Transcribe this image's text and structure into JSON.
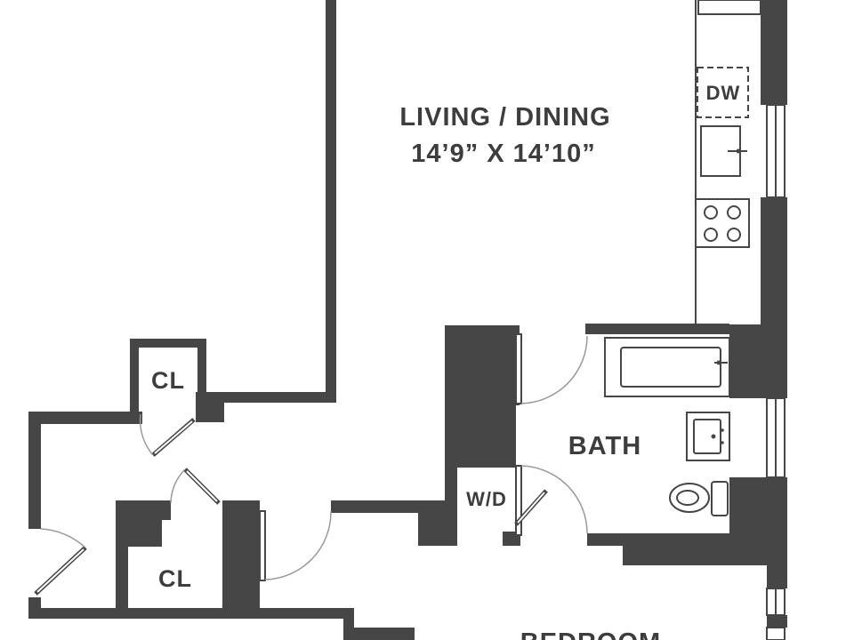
{
  "rooms": {
    "living_dining": {
      "name": "LIVING / DINING",
      "dimensions": "14’9” X 14’10”"
    },
    "bath": {
      "name": "BATH"
    },
    "bedroom": {
      "name": "BEDROOM"
    },
    "closet_upper": {
      "name": "CL"
    },
    "closet_lower": {
      "name": "CL"
    },
    "washer_dryer": {
      "name": "W/D"
    },
    "dishwasher": {
      "name": "DW"
    }
  }
}
